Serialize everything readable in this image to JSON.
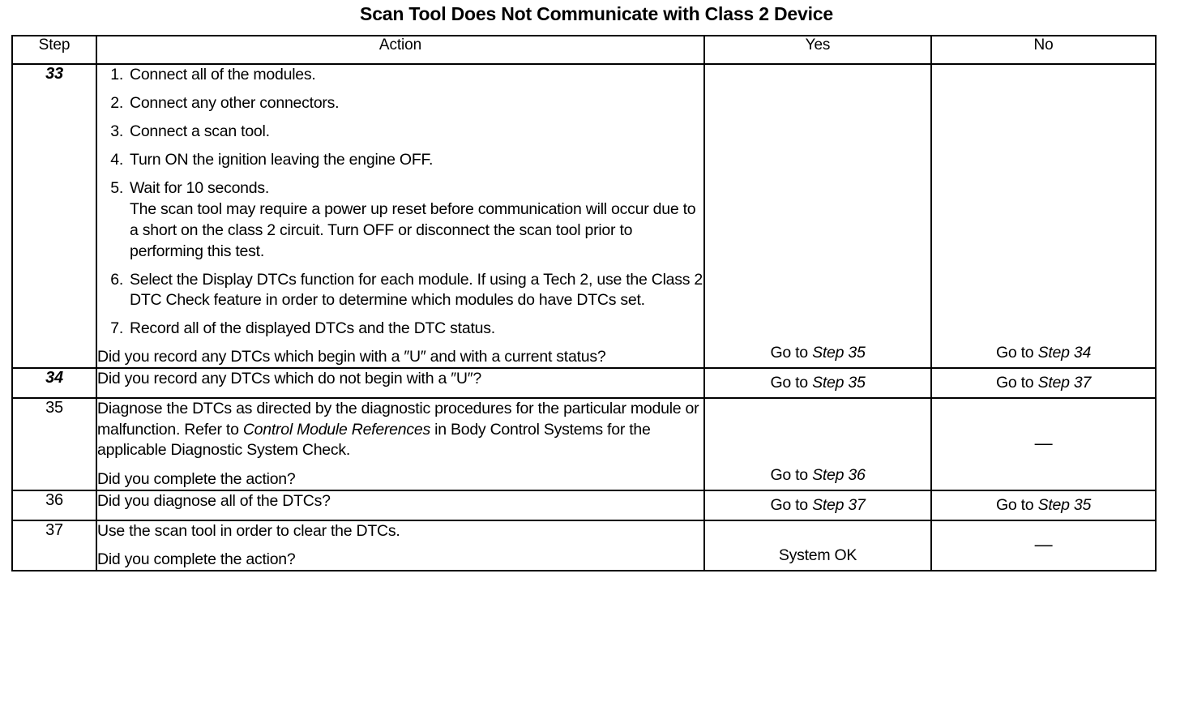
{
  "document": {
    "title": "Scan Tool Does Not Communicate with Class 2 Device"
  },
  "table": {
    "headers": {
      "step": "Step",
      "action": "Action",
      "yes": "Yes",
      "no": "No"
    },
    "rows": [
      {
        "step": "33",
        "step_italic": true,
        "numbered_items": [
          {
            "num": "1.",
            "text": "Connect all of the modules."
          },
          {
            "num": "2.",
            "text": "Connect any other connectors."
          },
          {
            "num": "3.",
            "text": "Connect a scan tool."
          },
          {
            "num": "4.",
            "text": "Turn ON the ignition leaving the engine OFF."
          },
          {
            "num": "5.",
            "text": "Wait for 10 seconds."
          }
        ],
        "note": "The scan tool may require a power up reset before communication will occur due to a short on the class 2 circuit. Turn OFF or disconnect the scan tool prior to performing this test.",
        "numbered_items_after": [
          {
            "num": "6.",
            "text": "Select the Display DTCs function for each module. If using a Tech 2, use the Class 2 DTC Check feature in order to determine which modules do have DTCs set."
          },
          {
            "num": "7.",
            "text": "Record all of the displayed DTCs and the DTC status."
          }
        ],
        "question": "Did you record any DTCs which begin with a ″U″ and with a current status?",
        "yes": {
          "prefix": "Go to ",
          "emphasis": "Step 35"
        },
        "no": {
          "prefix": "Go to ",
          "emphasis": "Step 34"
        }
      },
      {
        "step": "34",
        "step_italic": true,
        "question": "Did you record any DTCs which do not begin with a ″U″?",
        "yes": {
          "prefix": "Go to ",
          "emphasis": "Step 35"
        },
        "no": {
          "prefix": "Go to ",
          "emphasis": "Step 37"
        }
      },
      {
        "step": "35",
        "step_italic": false,
        "action_part1": "Diagnose the DTCs as directed by the diagnostic procedures for the particular module or malfunction. Refer to ",
        "action_emphasis": "Control Module References",
        "action_part2": " in Body Control Systems for the applicable Diagnostic System Check.",
        "question": "Did you complete the action?",
        "yes": {
          "prefix": "Go to ",
          "emphasis": "Step 36"
        },
        "no": {
          "text": "—"
        }
      },
      {
        "step": "36",
        "step_italic": false,
        "question": "Did you diagnose all of the DTCs?",
        "yes": {
          "prefix": "Go to ",
          "emphasis": "Step 37"
        },
        "no": {
          "prefix": "Go to ",
          "emphasis": "Step 35"
        }
      },
      {
        "step": "37",
        "step_italic": false,
        "action_part1": "Use the scan tool in order to clear the DTCs.",
        "question": "Did you complete the action?",
        "yes": {
          "text": "System OK"
        },
        "no": {
          "text": "—"
        }
      }
    ]
  }
}
